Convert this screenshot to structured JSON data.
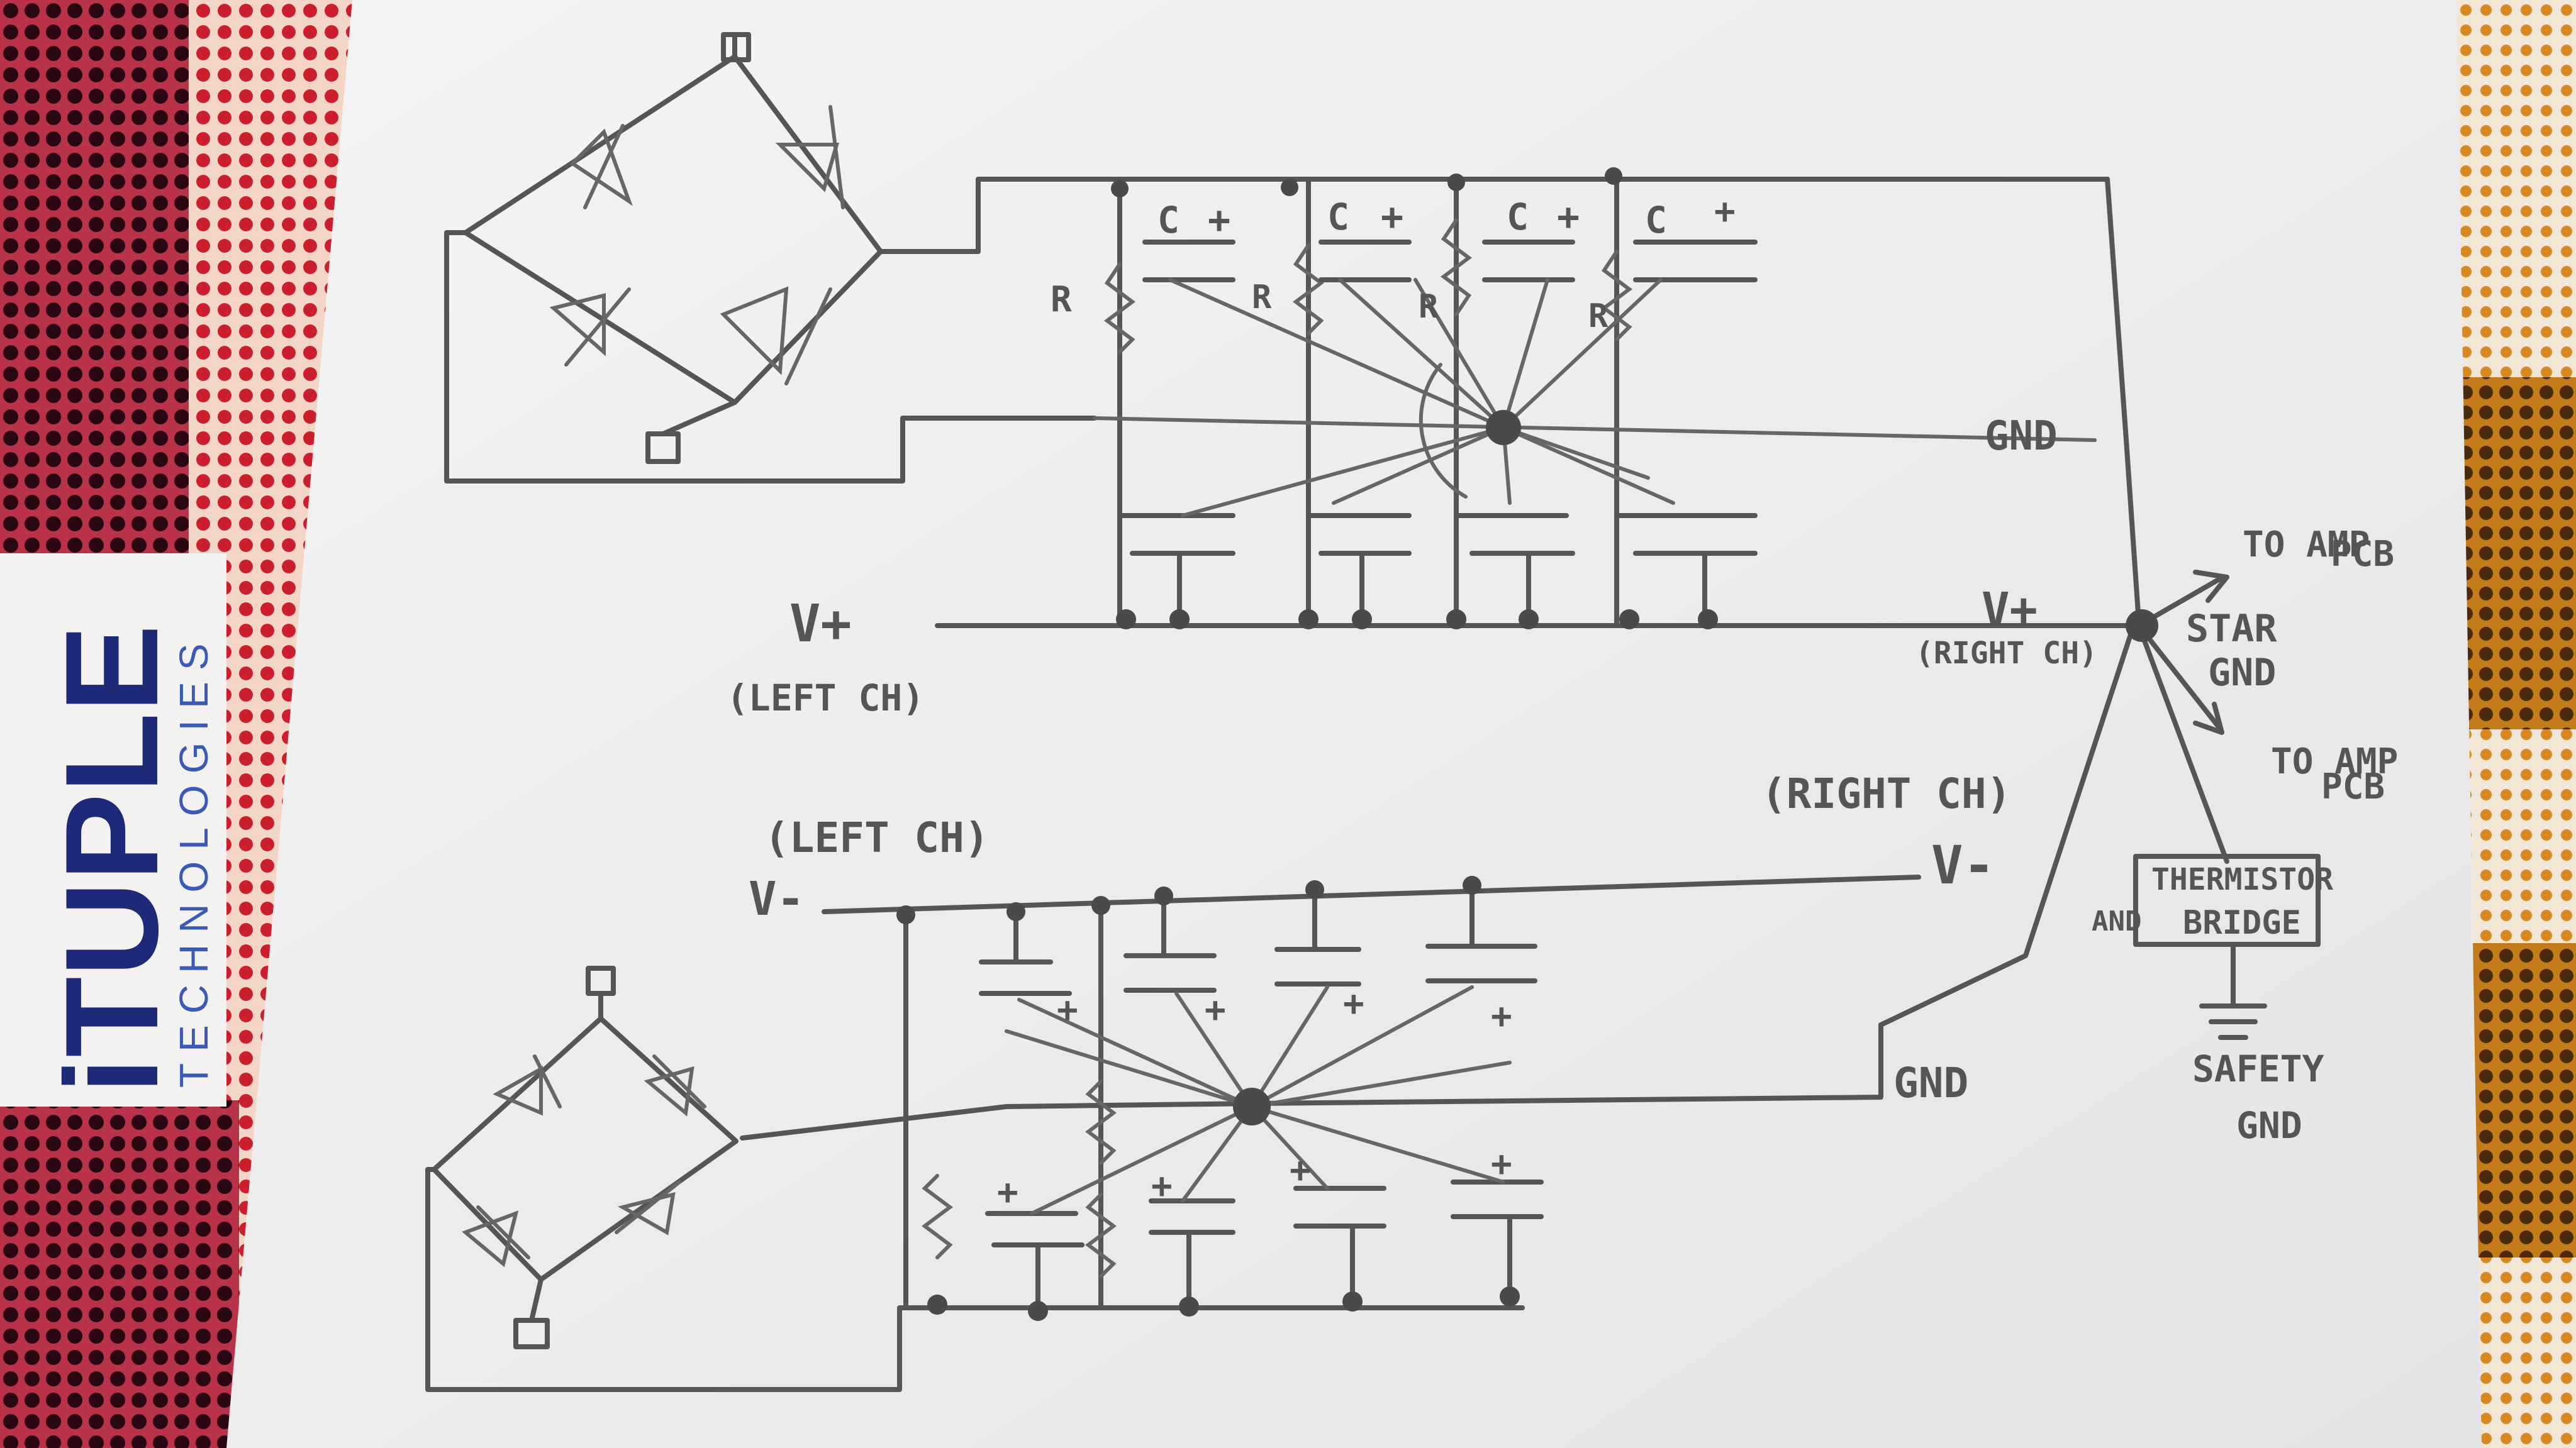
{
  "colors": {
    "paper": "#f1f1f1",
    "pencil": "#555555",
    "box_blue": "#1e2a78",
    "box_red": "#cc1f2d",
    "box_dark": "#3a0a12"
  },
  "box_branding": {
    "logo_main": "iTUPLE",
    "logo_sub": "TECHNOLOGIES"
  },
  "labels": {
    "r": "R",
    "c": "C",
    "plus": "+",
    "minus": "−",
    "gnd": "GND",
    "v_plus": "V+",
    "v_minus": "V-",
    "left_ch": "(LEFT CH)",
    "right_ch": "(RIGHT CH)",
    "to_amp_pcb_1a": "TO AMP",
    "to_amp_pcb_1b": "PCB",
    "to_amp_pcb_2a": "TO AMP",
    "to_amp_pcb_2b": "PCB",
    "star_gnd_a": "STAR",
    "star_gnd_b": "GND",
    "thermistor_a": "THERMISTOR",
    "thermistor_and": "AND",
    "thermistor_b": "BRIDGE",
    "safety_gnd_a": "SAFETY",
    "safety_gnd_b": "GND"
  }
}
